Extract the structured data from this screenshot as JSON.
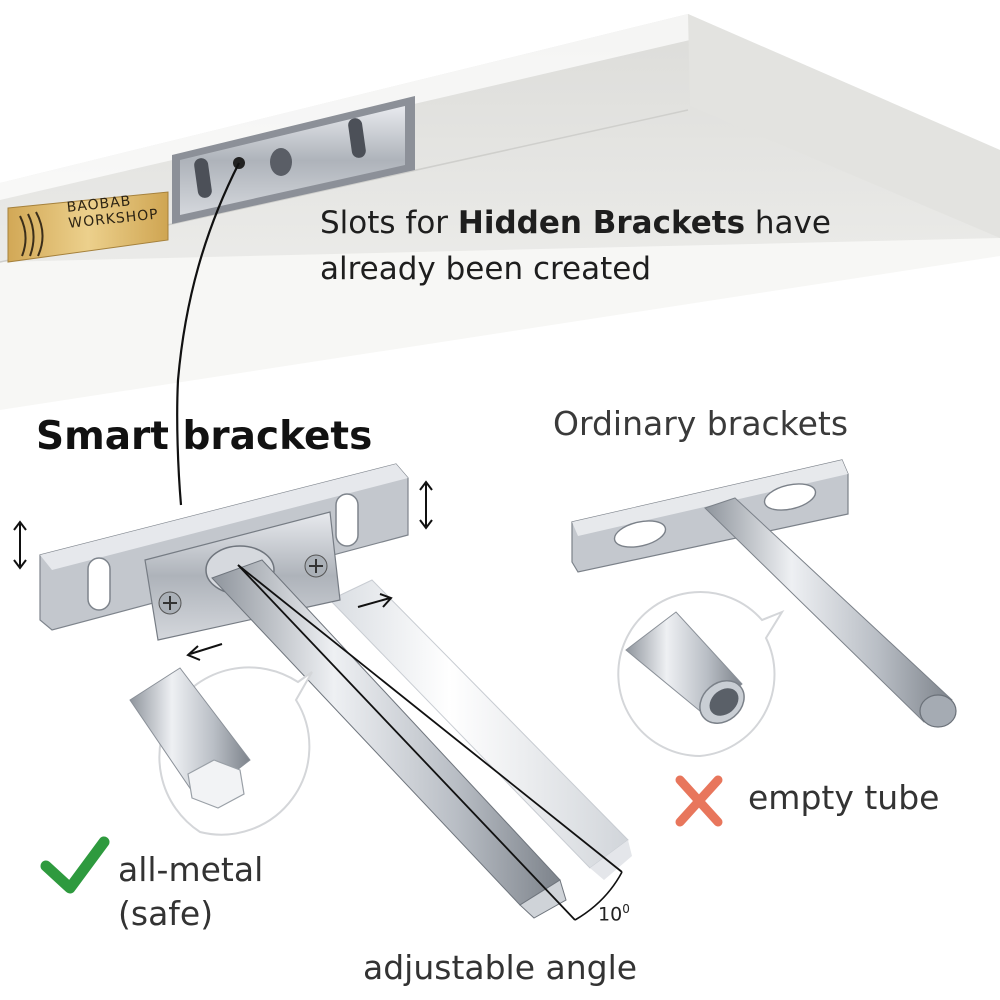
{
  "caption": {
    "prefix": "Slots for ",
    "bold": "Hidden Brackets",
    "suffix": " have",
    "line2": "already been created"
  },
  "labels": {
    "smart": "Smart brackets",
    "ordinary": "Ordinary brackets",
    "all_metal_1": "all-metal",
    "all_metal_2": "(safe)",
    "empty_tube": "empty tube",
    "adjustable": "adjustable angle",
    "degree_value": "10",
    "degree_unit": "0"
  },
  "logo": {
    "line1": "BAOBAB",
    "line2": "WORKSHOP"
  },
  "colors": {
    "check": "#2e9a3e",
    "cross": "#e8765c",
    "wood": "#f0f0ee",
    "metal": "#b8bdc4",
    "logo_plate": "#d9b86a"
  },
  "icons": {
    "check": "check-mark-icon",
    "cross": "cross-mark-icon"
  }
}
